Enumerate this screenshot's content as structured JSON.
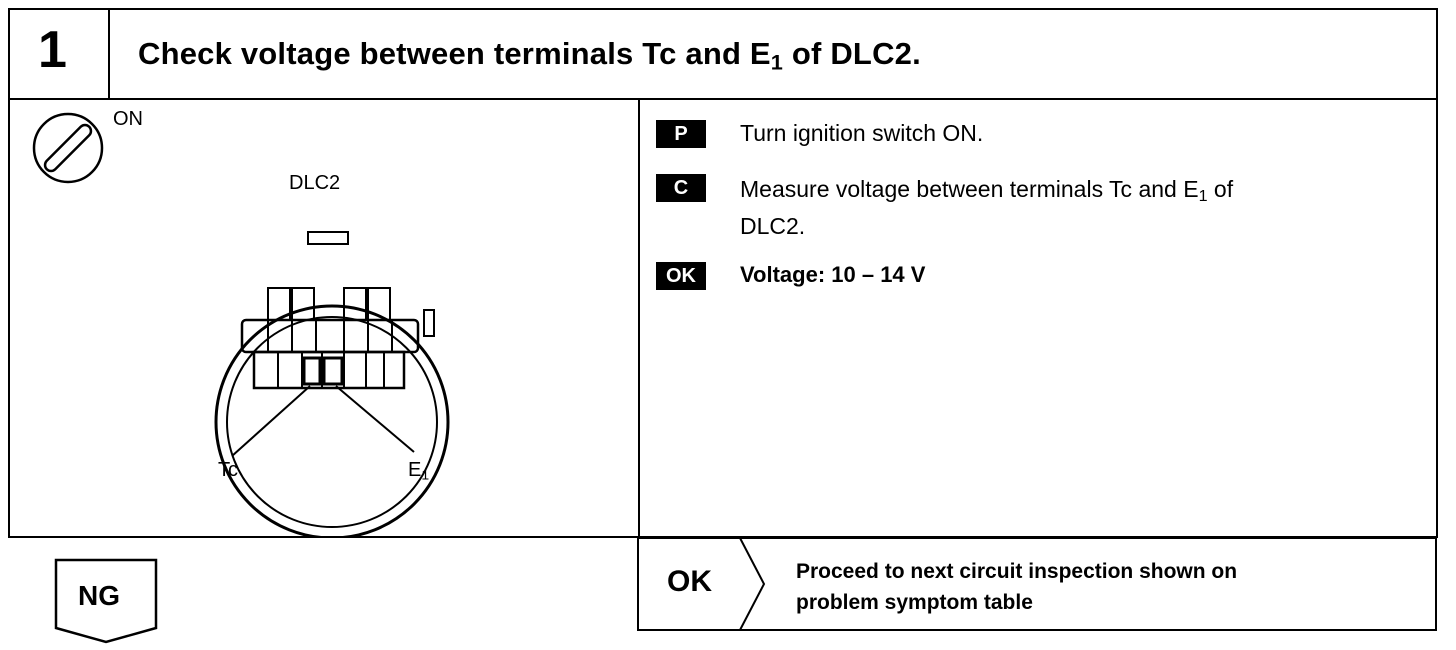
{
  "header": {
    "step_number": "1",
    "title_pre": "Check voltage between terminals Tc and E",
    "title_sub": "1",
    "title_post": " of DLC2."
  },
  "diagram": {
    "ignition_label": "ON",
    "connector_label": "DLC2",
    "terminal_tc": "Tc",
    "terminal_e": "E",
    "terminal_e_sub": "1"
  },
  "steps": [
    {
      "tag": "P",
      "text": "Turn ignition switch ON."
    },
    {
      "tag": "C",
      "text_pre": "Measure voltage between terminals Tc and E",
      "text_sub": "1",
      "text_post": " of",
      "text_line2": "DLC2."
    },
    {
      "tag": "OK",
      "text": "Voltage: 10 – 14 V"
    }
  ],
  "results": {
    "ok_label": "OK",
    "ok_text_line1": "Proceed to next circuit inspection shown on",
    "ok_text_line2": "problem symptom table",
    "ng_label": "NG"
  }
}
